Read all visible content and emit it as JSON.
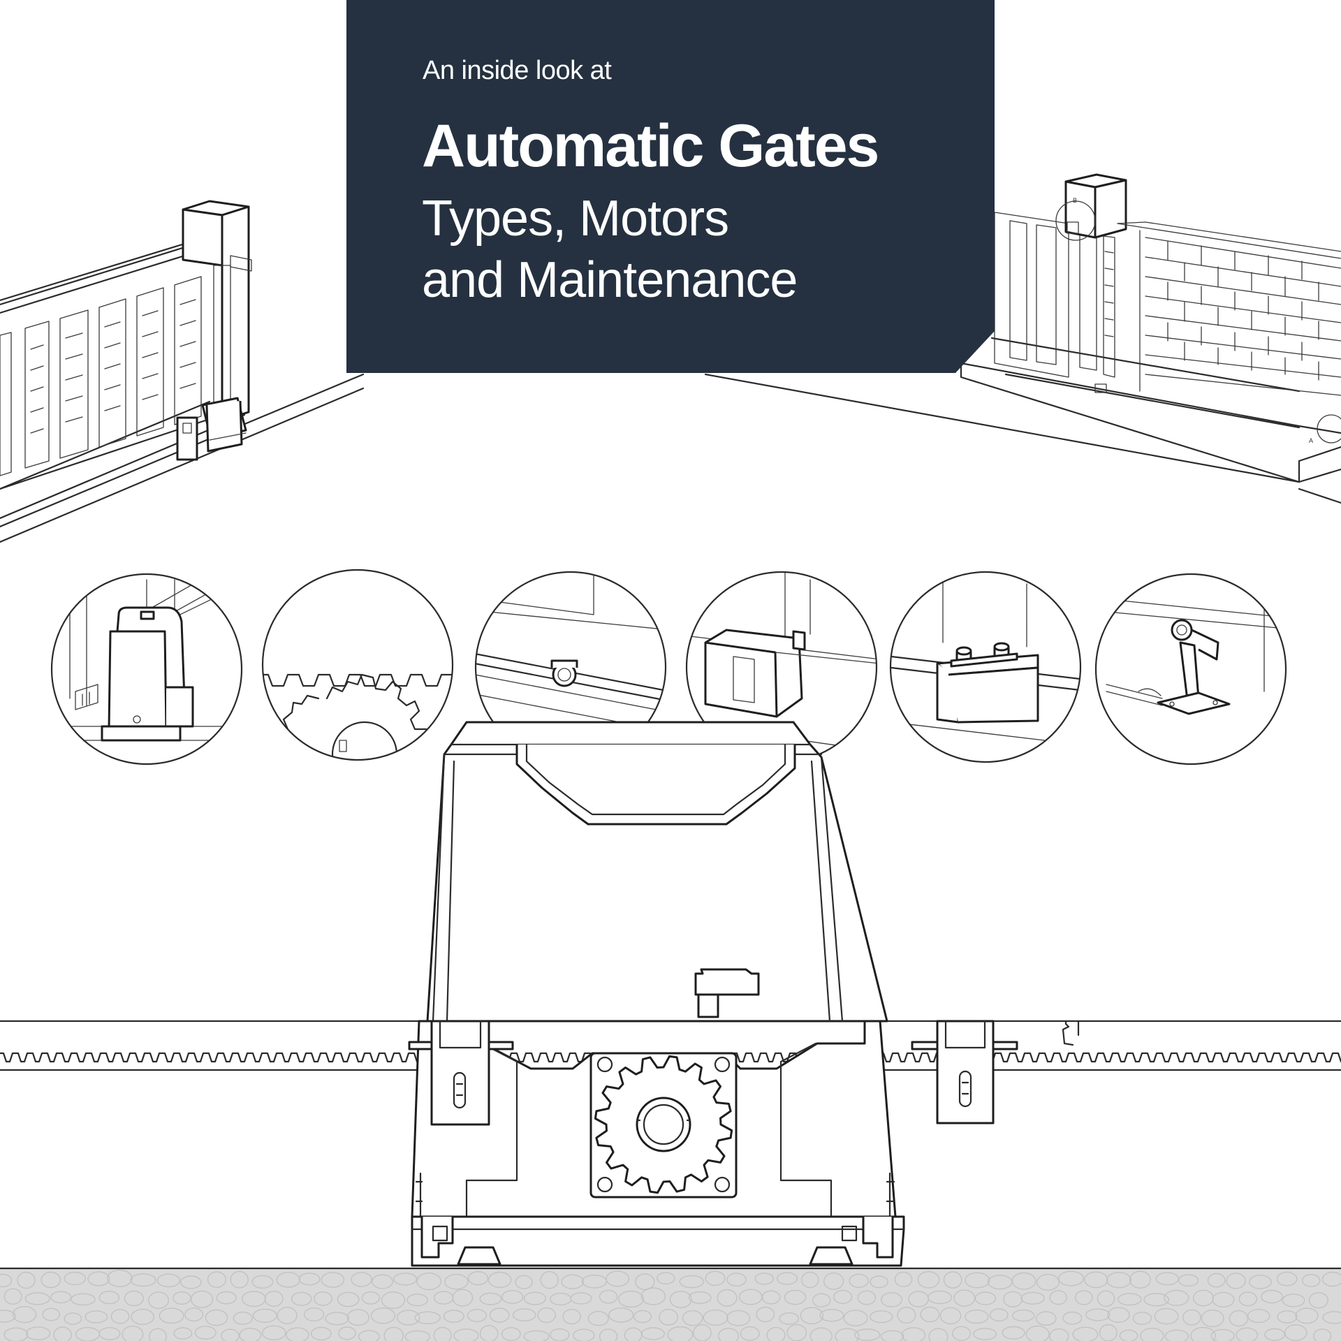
{
  "title_card": {
    "intro": "An inside look at",
    "title": "Automatic Gates",
    "line2": "Types, Motors",
    "line3": "and Maintenance",
    "background_color": "#253140",
    "text_color": "#ffffff"
  },
  "detail_views": [
    {
      "name": "motor-unit-detail"
    },
    {
      "name": "gear-rack-detail"
    },
    {
      "name": "guide-wheel-detail"
    },
    {
      "name": "bracket-detail"
    },
    {
      "name": "bolt-plate-detail"
    },
    {
      "name": "gate-stop-detail"
    }
  ],
  "callouts": {
    "left_post": "B",
    "right_floor": "A"
  },
  "colors": {
    "line": "#2b2b2b",
    "ground": "#d9d9d9",
    "card": "#253140"
  }
}
